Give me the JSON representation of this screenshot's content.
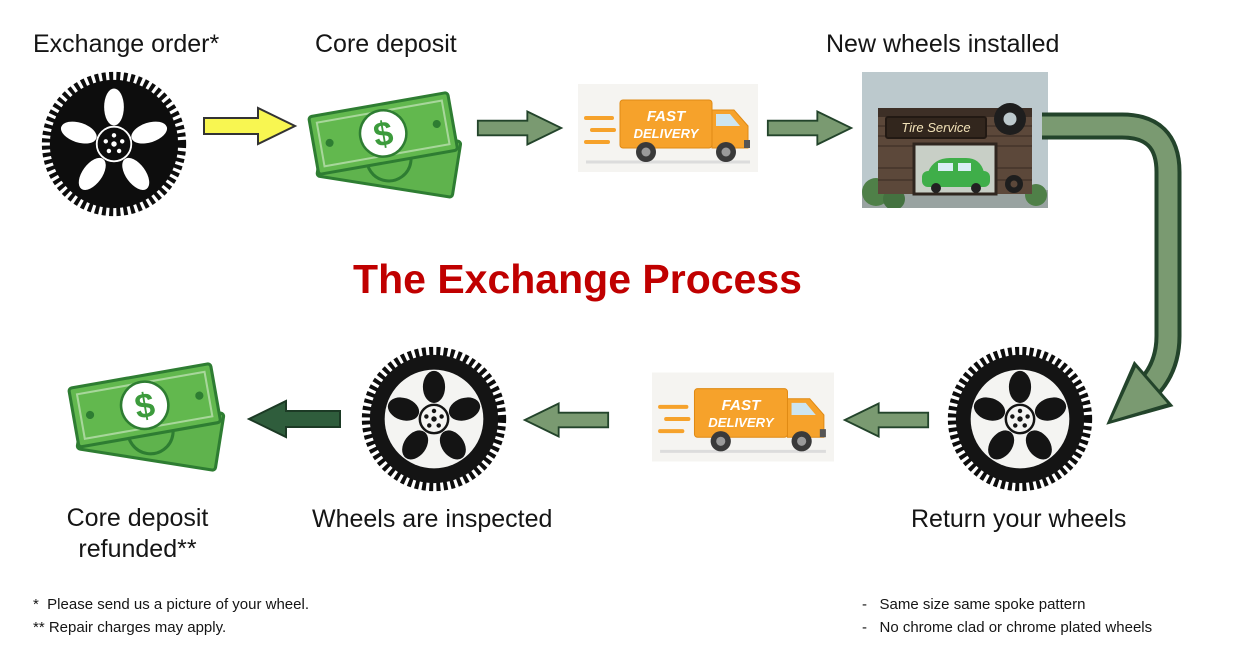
{
  "title": {
    "text": "The Exchange Process",
    "color": "#C00000"
  },
  "steps": {
    "exchange_order": {
      "label": "Exchange order*"
    },
    "core_deposit": {
      "label": "Core deposit"
    },
    "new_wheels_installed": {
      "label": "New wheels installed"
    },
    "return_your_wheels": {
      "label": "Return your wheels"
    },
    "wheels_are_inspected": {
      "label": "Wheels are inspected"
    },
    "core_deposit_refunded": {
      "line1": "Core deposit",
      "line2": "refunded**"
    }
  },
  "truck": {
    "line1": "FAST",
    "line2": "DELIVERY"
  },
  "shop": {
    "sign": "Tire Service"
  },
  "money": {
    "symbol": "$"
  },
  "footnotes": {
    "left": [
      "*  Please send us a picture of your wheel.",
      "** Repair charges may apply."
    ],
    "right": [
      "-   Same size same spoke pattern",
      "-   No chrome clad or chrome plated wheels"
    ]
  },
  "colors": {
    "title_red": "#C00000",
    "arrow_sage": "#7A9A71",
    "arrow_outline": "#23442B",
    "arrow_dark_green": "#2F5D3C",
    "arrow_yellow": "#F8F651",
    "money_green": "#62B84E",
    "truck_orange": "#F6A22B"
  }
}
